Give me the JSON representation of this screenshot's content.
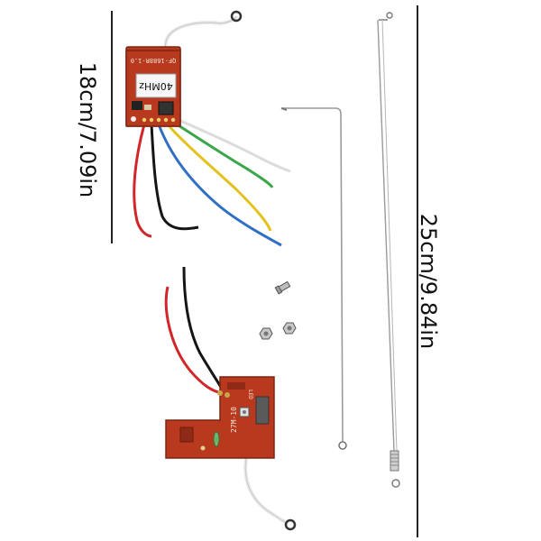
{
  "dimensions": {
    "receiver_length": "18cm/7.09in",
    "antenna_length": "25cm/9.84in"
  },
  "boards": {
    "receiver_model": "QF-1688R-1.0",
    "receiver_frequency": "40MHz",
    "transmitter_frequency": "27M-10",
    "transmitter_led": "LED"
  },
  "colors": {
    "pcb": "#b8391e",
    "pcb_dark": "#7e2412",
    "wire_red": "#d2262a",
    "wire_black": "#151515",
    "wire_blue": "#2f6fc4",
    "wire_yellow": "#e2c21b",
    "wire_green": "#3aa64a",
    "wire_white": "#f4f4f4",
    "antenna_steel": "#9a9a9a"
  }
}
